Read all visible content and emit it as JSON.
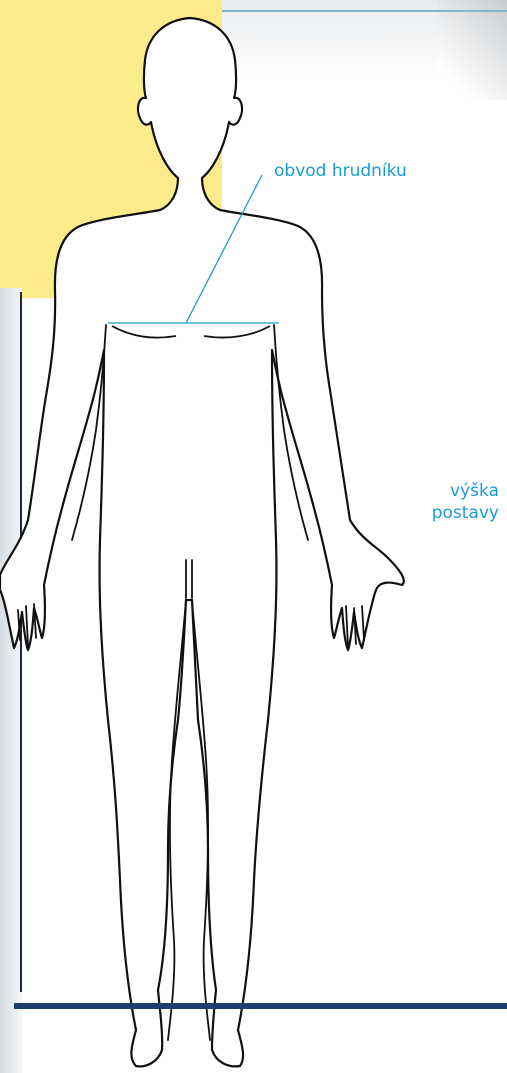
{
  "labels": {
    "chest_circumference": "obvod hrudníku",
    "body_height_line1": "výška",
    "body_height_line2": "postavy"
  },
  "colors": {
    "label": "#1a9bd7",
    "measure_line": "#1a9bd7",
    "yellow_block": "#fbeb8a",
    "bottom_bar": "#1b3f6e"
  }
}
